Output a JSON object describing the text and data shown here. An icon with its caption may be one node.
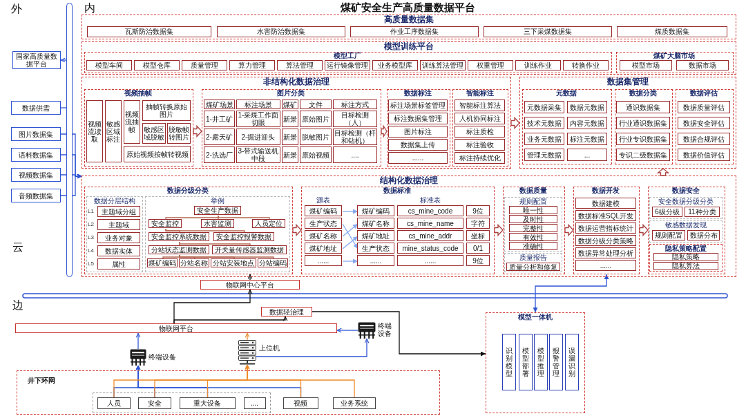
{
  "diagram": {
    "title": "煤矿安全生产高质量数据平台",
    "nodes": [
      {
        "text": [
          "国家高质量数据平台"
        ]
      },
      {
        "text": [
          "数据供需"
        ]
      },
      {
        "text": [
          "图片数据集"
        ]
      },
      {
        "text": [
          "语料数据集"
        ]
      },
      {
        "text": [
          "视频数据集"
        ]
      },
      {
        "text": [
          "音频数据集"
        ]
      },
      {
        "text": [],
        "shape": "bar"
      },
      {
        "text": [
          "高质量数据集"
        ]
      },
      {
        "text": [
          "瓦斯防治数据集"
        ],
        "in": 7
      },
      {
        "text": [
          "水害防治数据集"
        ],
        "in": 7
      },
      {
        "text": [
          "作业工序数据集"
        ],
        "in": 7
      },
      {
        "text": [
          "三下采煤数据集"
        ],
        "in": 7
      },
      {
        "text": [
          "煤质数据集"
        ],
        "in": 7
      },
      {
        "text": [
          "模型训练平台"
        ]
      },
      {
        "text": [
          "模型工厂"
        ],
        "in": 13
      },
      {
        "text": [
          "模型车间"
        ],
        "in": 14
      },
      {
        "text": [
          "模型仓库"
        ],
        "in": 14
      },
      {
        "text": [
          "质量管理"
        ],
        "in": 14
      },
      {
        "text": [
          "算力管理"
        ],
        "in": 14
      },
      {
        "text": [
          "算法管理"
        ],
        "in": 14
      },
      {
        "text": [
          "运行镜像管理"
        ],
        "in": 14
      },
      {
        "text": [
          "业务模型库"
        ],
        "in": 14
      },
      {
        "text": [
          "训练算法管理"
        ],
        "in": 14
      },
      {
        "text": [
          "权重管理"
        ],
        "in": 14
      },
      {
        "text": [
          "训练作业"
        ],
        "in": 14
      },
      {
        "text": [
          "转换作业"
        ],
        "in": 14
      },
      {
        "text": [
          "煤矿大脑市场"
        ],
        "in": 13
      },
      {
        "text": [
          "模型市场"
        ],
        "in": 26
      },
      {
        "text": [
          "数据市场"
        ],
        "in": 26
      },
      {
        "text": [
          "非结构化数据治理"
        ]
      },
      {
        "text": [
          "视频抽帧"
        ],
        "in": 29
      },
      {
        "text": [
          "视频流读取"
        ],
        "in": 30
      },
      {
        "text": [
          "敏感区域标注"
        ],
        "in": 30
      },
      {
        "text": [
          "视频流抽帧"
        ],
        "in": 30
      },
      {
        "text": [
          "抽帧转换原始图片"
        ],
        "in": 30
      },
      {
        "text": [
          "敏感区域脱敏"
        ],
        "in": 30
      },
      {
        "text": [
          "脱敏帧转图片"
        ],
        "in": 30
      },
      {
        "text": [
          "原始视频按帧转视频"
        ],
        "in": 30
      },
      {
        "text": [
          "图片分类"
        ],
        "in": 29
      },
      {
        "text": [
          "煤矿场景"
        ],
        "in": 38
      },
      {
        "text": [
          "标注场景"
        ],
        "in": 38
      },
      {
        "text": [
          "煤矿"
        ],
        "in": 38
      },
      {
        "text": [
          "文件"
        ],
        "in": 38
      },
      {
        "text": [
          "标注方式"
        ],
        "in": 38
      },
      {
        "text": [
          "1-井工矿"
        ],
        "in": 38
      },
      {
        "text": [
          "1-采煤工作面切眼"
        ],
        "in": 38
      },
      {
        "text": [
          "新景"
        ],
        "in": 38
      },
      {
        "text": [
          "原始图片"
        ],
        "in": 38
      },
      {
        "text": [
          "目标检测（人）"
        ],
        "in": 38
      },
      {
        "text": [
          "2-露天矿"
        ],
        "in": 38
      },
      {
        "text": [
          "2-掘进迎头"
        ],
        "in": 38
      },
      {
        "text": [
          "新景"
        ],
        "in": 38
      },
      {
        "text": [
          "脱敏图片"
        ],
        "in": 38
      },
      {
        "text": [
          "目标检测（杆和钻机）"
        ],
        "in": 38
      },
      {
        "text": [
          "2-洗选厂"
        ],
        "in": 38
      },
      {
        "text": [
          "3-带式输送机中段"
        ],
        "in": 38
      },
      {
        "text": [
          "新景"
        ],
        "in": 38
      },
      {
        "text": [
          "原始视频"
        ],
        "in": 38
      },
      {
        "text": [
          "...."
        ],
        "in": 38
      },
      {
        "text": [
          "数据标注"
        ],
        "in": 29
      },
      {
        "text": [
          "标注场景标签管理"
        ],
        "in": 59
      },
      {
        "text": [
          "标注数据集管理"
        ],
        "in": 59
      },
      {
        "text": [
          "图片标注"
        ],
        "in": 59
      },
      {
        "text": [
          "数据集上传"
        ],
        "in": 59
      },
      {
        "text": [
          "......"
        ],
        "in": 59
      },
      {
        "text": [
          "智能标注"
        ],
        "in": 29
      },
      {
        "text": [
          "智能标注算法"
        ],
        "in": 65
      },
      {
        "text": [
          "人机协同标注"
        ],
        "in": 65
      },
      {
        "text": [
          "标注质检"
        ],
        "in": 65
      },
      {
        "text": [
          "标注验收"
        ],
        "in": 65
      },
      {
        "text": [
          "标注持续优化"
        ],
        "in": 65
      },
      {
        "text": [
          "数据集管理"
        ]
      },
      {
        "text": [
          "元数据"
        ],
        "in": 71
      },
      {
        "text": [
          "元数据采集"
        ],
        "in": 72
      },
      {
        "text": [
          "数据元数据"
        ],
        "in": 72
      },
      {
        "text": [
          "技术元数据"
        ],
        "in": 72
      },
      {
        "text": [
          "内容元数据"
        ],
        "in": 72
      },
      {
        "text": [
          "业务元数据"
        ],
        "in": 72
      },
      {
        "text": [
          "标注元数据"
        ],
        "in": 72
      },
      {
        "text": [
          "管理元数据"
        ],
        "in": 72
      },
      {
        "text": [
          "..."
        ],
        "in": 72
      },
      {
        "text": [
          "数据分类"
        ],
        "in": 71
      },
      {
        "text": [
          "通识数据集"
        ],
        "in": 81
      },
      {
        "text": [
          "行业通识数据集"
        ],
        "in": 81
      },
      {
        "text": [
          "行业专识数据集"
        ],
        "in": 81
      },
      {
        "text": [
          "专识二级数据集"
        ],
        "in": 81
      },
      {
        "text": [
          "数据评估"
        ],
        "in": 71
      },
      {
        "text": [
          "数据质量评估"
        ],
        "in": 86
      },
      {
        "text": [
          "数据安全评估"
        ],
        "in": 86
      },
      {
        "text": [
          "数据合规评估"
        ],
        "in": 86
      },
      {
        "text": [
          "数据价值评估"
        ],
        "in": 86
      },
      {
        "text": [
          "结构化数据治理"
        ]
      },
      {
        "text": [
          "数据分级分类"
        ],
        "in": 91
      },
      {
        "text": [
          "数据分层结构"
        ],
        "in": 92
      },
      {
        "text": [
          "主题域分组"
        ],
        "in": 93,
        "beside": [
          "L1"
        ]
      },
      {
        "text": [
          "主题域"
        ],
        "in": 93,
        "beside": [
          "L2"
        ]
      },
      {
        "text": [
          "业务对象"
        ],
        "in": 93,
        "beside": [
          "L3"
        ]
      },
      {
        "text": [
          "数据实体"
        ],
        "in": 93,
        "beside": [
          "L4"
        ]
      },
      {
        "text": [
          "属性"
        ],
        "in": 93,
        "beside": [
          "L5"
        ]
      },
      {
        "text": [
          "举例"
        ],
        "in": 92
      },
      {
        "text": [
          "安全生产数据"
        ],
        "in": 99
      },
      {
        "text": [
          "安全监控"
        ],
        "in": 99
      },
      {
        "text": [
          "水害监测"
        ],
        "in": 99
      },
      {
        "text": [
          "人员定位"
        ],
        "in": 99
      },
      {
        "text": [
          "安全监控系统数据"
        ],
        "in": 99
      },
      {
        "text": [
          "安全监控报警数据"
        ],
        "in": 99
      },
      {
        "text": [
          "分站状态监测数据"
        ],
        "in": 99
      },
      {
        "text": [
          "开关量传感器监测数据"
        ],
        "in": 99
      },
      {
        "text": [
          "煤矿编码"
        ],
        "in": 99
      },
      {
        "text": [
          "分站名称"
        ],
        "in": 99
      },
      {
        "text": [
          "分站安装地点"
        ],
        "in": 99
      },
      {
        "text": [
          "分站编码"
        ],
        "in": 99
      },
      {
        "text": [
          "数据标准",
          "源表",
          "标准表"
        ],
        "in": 91
      },
      {
        "text": [
          "煤矿编码"
        ],
        "in": 112
      },
      {
        "text": [
          "煤矿编码"
        ],
        "in": 112
      },
      {
        "text": [
          "cs_mine_code"
        ],
        "in": 112
      },
      {
        "text": [
          "9位"
        ],
        "in": 112
      },
      {
        "text": [
          "生产状态"
        ],
        "in": 112
      },
      {
        "text": [
          "煤矿名称"
        ],
        "in": 112
      },
      {
        "text": [
          "cs_mine_name"
        ],
        "in": 112
      },
      {
        "text": [
          "字符"
        ],
        "in": 112
      },
      {
        "text": [
          "煤矿名称"
        ],
        "in": 112
      },
      {
        "text": [
          "煤矿地址"
        ],
        "in": 112
      },
      {
        "text": [
          "cs_mine_addr"
        ],
        "in": 112
      },
      {
        "text": [
          "坐标"
        ],
        "in": 112
      },
      {
        "text": [
          "煤矿地址"
        ],
        "in": 112
      },
      {
        "text": [
          "生产状态"
        ],
        "in": 112
      },
      {
        "text": [
          "mine_status_code"
        ],
        "in": 112
      },
      {
        "text": [
          "0/1"
        ],
        "in": 112
      },
      {
        "text": [
          "......"
        ],
        "in": 112
      },
      {
        "text": [
          "......"
        ],
        "in": 112
      },
      {
        "text": [
          "......"
        ],
        "in": 112
      },
      {
        "text": [
          "9位"
        ],
        "in": 112
      },
      {
        "text": [
          "数据质量"
        ],
        "in": 91
      },
      {
        "text": [
          "规则配置"
        ],
        "in": 133
      },
      {
        "text": [
          "唯一性"
        ],
        "in": 134
      },
      {
        "text": [
          "及时性"
        ],
        "in": 134
      },
      {
        "text": [
          "完整性"
        ],
        "in": 134
      },
      {
        "text": [
          "有效性"
        ],
        "in": 134
      },
      {
        "text": [
          "准确性"
        ],
        "in": 134
      },
      {
        "text": [
          "质量报告"
        ],
        "in": 133
      },
      {
        "text": [
          "质量分析和修复"
        ],
        "in": 140
      },
      {
        "text": [
          "数据开发"
        ],
        "in": 91
      },
      {
        "text": [
          "数据建模"
        ],
        "in": 142
      },
      {
        "text": [
          "数据标准SQL开发"
        ],
        "in": 142
      },
      {
        "text": [
          "数据运营指标统计"
        ],
        "in": 142
      },
      {
        "text": [
          "数据分级分类策略"
        ],
        "in": 142
      },
      {
        "text": [
          "数据异常处理分析"
        ],
        "in": 142
      },
      {
        "text": [
          "......"
        ],
        "in": 142
      },
      {
        "text": [
          "数据安全"
        ],
        "in": 91
      },
      {
        "text": [
          "安全数据分级分类"
        ],
        "in": 149
      },
      {
        "text": [
          "6级分级"
        ],
        "in": 150
      },
      {
        "text": [
          "11种分类"
        ],
        "in": 150
      },
      {
        "text": [
          "敏感数据发现"
        ],
        "in": 149
      },
      {
        "text": [
          "规则配置"
        ],
        "in": 153
      },
      {
        "text": [
          "数据分布"
        ],
        "in": 153
      },
      {
        "text": [
          "隐私策略配置"
        ],
        "in": 149
      },
      {
        "text": [
          "隐私策略"
        ],
        "in": 156
      },
      {
        "text": [
          "隐私算法"
        ],
        "in": 156
      },
      {
        "text": [
          "物联网中心平台"
        ]
      },
      {
        "text": [
          "数据轻治理"
        ]
      },
      {
        "text": [
          "物联网平台"
        ]
      },
      {
        "text": [],
        "shape": "picture",
        "beside": [
          "终端设备"
        ]
      },
      {
        "text": [],
        "shape": "picture",
        "beside": [
          "上位机"
        ]
      },
      {
        "text": [],
        "shape": "picture",
        "beside": [
          "终端设备"
        ]
      },
      {
        "text": [
          "井下环网"
        ]
      },
      {
        "text": [],
        "shape": "box",
        "in": 165
      },
      {
        "text": [
          "人员"
        ],
        "in": 166
      },
      {
        "text": [
          "安全"
        ],
        "in": 166
      },
      {
        "text": [
          "重大设备"
        ],
        "in": 166
      },
      {
        "text": [
          "...."
        ],
        "in": 166
      },
      {
        "text": [
          "视频"
        ],
        "in": 165
      },
      {
        "text": [
          "业务系统"
        ],
        "in": 165
      },
      {
        "text": [
          "模型一体机"
        ]
      },
      {
        "text": [
          "识别模型"
        ],
        "in": 173
      },
      {
        "text": [
          "模型部署"
        ],
        "in": 173
      },
      {
        "text": [
          "模型推理"
        ],
        "in": 173
      },
      {
        "text": [
          "报警管理"
        ],
        "in": 173
      },
      {
        "text": [
          "误漏识别"
        ],
        "in": 173
      }
    ],
    "edges": [
      {
        "from": 6,
        "to": 0,
        "arrow": "to"
      },
      {
        "from": 1,
        "to": 6,
        "arrow": "none"
      },
      {
        "from": 2,
        "to": 91,
        "arrow": "to"
      },
      {
        "from": 3,
        "to": 91,
        "arrow": "to"
      },
      {
        "from": 4,
        "to": 91,
        "arrow": "to"
      },
      {
        "from": 5,
        "to": 91,
        "arrow": "to"
      },
      {
        "from": 30,
        "to": 38,
        "arrow": "to",
        "style": "thick",
        "color": "#a8413f"
      },
      {
        "from": 38,
        "to": 59,
        "arrow": "to",
        "style": "thick",
        "color": "#a8413f"
      },
      {
        "from": 29,
        "to": 71,
        "arrow": "to",
        "style": "thick",
        "color": "#a8413f"
      },
      {
        "from": 91,
        "to": 71,
        "arrow": "to",
        "style": "thick",
        "color": "#a8413f"
      },
      {
        "from": 92,
        "to": 112,
        "arrow": "to",
        "style": "thick",
        "color": "#a8413f"
      },
      {
        "from": 112,
        "to": 133,
        "arrow": "to",
        "style": "thick",
        "color": "#a8413f"
      },
      {
        "from": 133,
        "to": 142,
        "arrow": "to",
        "style": "thick",
        "color": "#a8413f"
      },
      {
        "from": 142,
        "to": 149,
        "arrow": "to",
        "style": "thick",
        "color": "#a8413f"
      },
      {
        "from": 100,
        "to": 101,
        "arrow": "none",
        "color": "#b5654f"
      },
      {
        "from": 100,
        "to": 102,
        "arrow": "none",
        "color": "#b5654f"
      },
      {
        "from": 100,
        "to": 103,
        "arrow": "none",
        "color": "#b5654f"
      },
      {
        "from": 101,
        "to": 104,
        "arrow": "none",
        "color": "#b5654f"
      },
      {
        "from": 101,
        "to": 105,
        "arrow": "none",
        "color": "#b5654f"
      },
      {
        "from": 104,
        "to": 106,
        "arrow": "none",
        "color": "#b5654f"
      },
      {
        "from": 104,
        "to": 107,
        "arrow": "none",
        "color": "#b5654f"
      },
      {
        "from": 106,
        "to": 108,
        "arrow": "none",
        "color": "#b5654f"
      },
      {
        "from": 106,
        "to": 109,
        "arrow": "none",
        "color": "#b5654f"
      },
      {
        "from": 106,
        "to": 110,
        "arrow": "none",
        "color": "#b5654f"
      },
      {
        "from": 106,
        "to": 111,
        "arrow": "none",
        "color": "#b5654f"
      },
      {
        "from": 113,
        "to": 114,
        "arrow": "to",
        "color": "#86a8ef"
      },
      {
        "from": 117,
        "to": 126,
        "arrow": "to",
        "color": "#86a8ef"
      },
      {
        "from": 121,
        "to": 118,
        "arrow": "to",
        "color": "#86a8ef"
      },
      {
        "from": 125,
        "to": 122,
        "arrow": "to",
        "color": "#86a8ef"
      },
      {
        "from": 129,
        "to": 130,
        "arrow": "to",
        "color": "#86a8ef"
      },
      {
        "from": 159,
        "to": 92,
        "arrow": "to",
        "color": "#111111"
      },
      {
        "from": 161,
        "to": 159,
        "arrow": "to",
        "color": "#111111"
      },
      {
        "from": 161,
        "to": 160,
        "arrow": "to",
        "color": "#111111"
      },
      {
        "from": 160,
        "to": 173,
        "arrow": "to",
        "color": "#111111"
      },
      {
        "from": 162,
        "to": 161,
        "arrow": "to"
      },
      {
        "from": 164,
        "to": 161,
        "arrow": "to"
      },
      {
        "from": 163,
        "to": 164,
        "arrow": "to"
      },
      {
        "from": 163,
        "to": 161,
        "arrow": "to",
        "color": "#f08c2a"
      },
      {
        "from": 167,
        "to": 163,
        "arrow": "to",
        "color": "#f08c2a"
      },
      {
        "from": 168,
        "to": 163,
        "arrow": "to",
        "color": "#f08c2a"
      },
      {
        "from": 169,
        "to": 163,
        "arrow": "to",
        "color": "#f08c2a"
      },
      {
        "from": 171,
        "to": 163,
        "arrow": "to",
        "color": "#f08c2a"
      },
      {
        "from": 172,
        "to": 163,
        "arrow": "to",
        "color": "#f08c2a"
      },
      {
        "from": 167,
        "to": 162,
        "arrow": "to"
      },
      {
        "from": 168,
        "to": 162,
        "arrow": "to"
      },
      {
        "from": 169,
        "to": 162,
        "arrow": "to"
      },
      {
        "from": 171,
        "to": 162,
        "arrow": "to"
      },
      {
        "from": 142,
        "to": 173,
        "arrow": "both"
      }
    ],
    "labels": [
      "外",
      "内",
      "云",
      "边"
    ]
  }
}
